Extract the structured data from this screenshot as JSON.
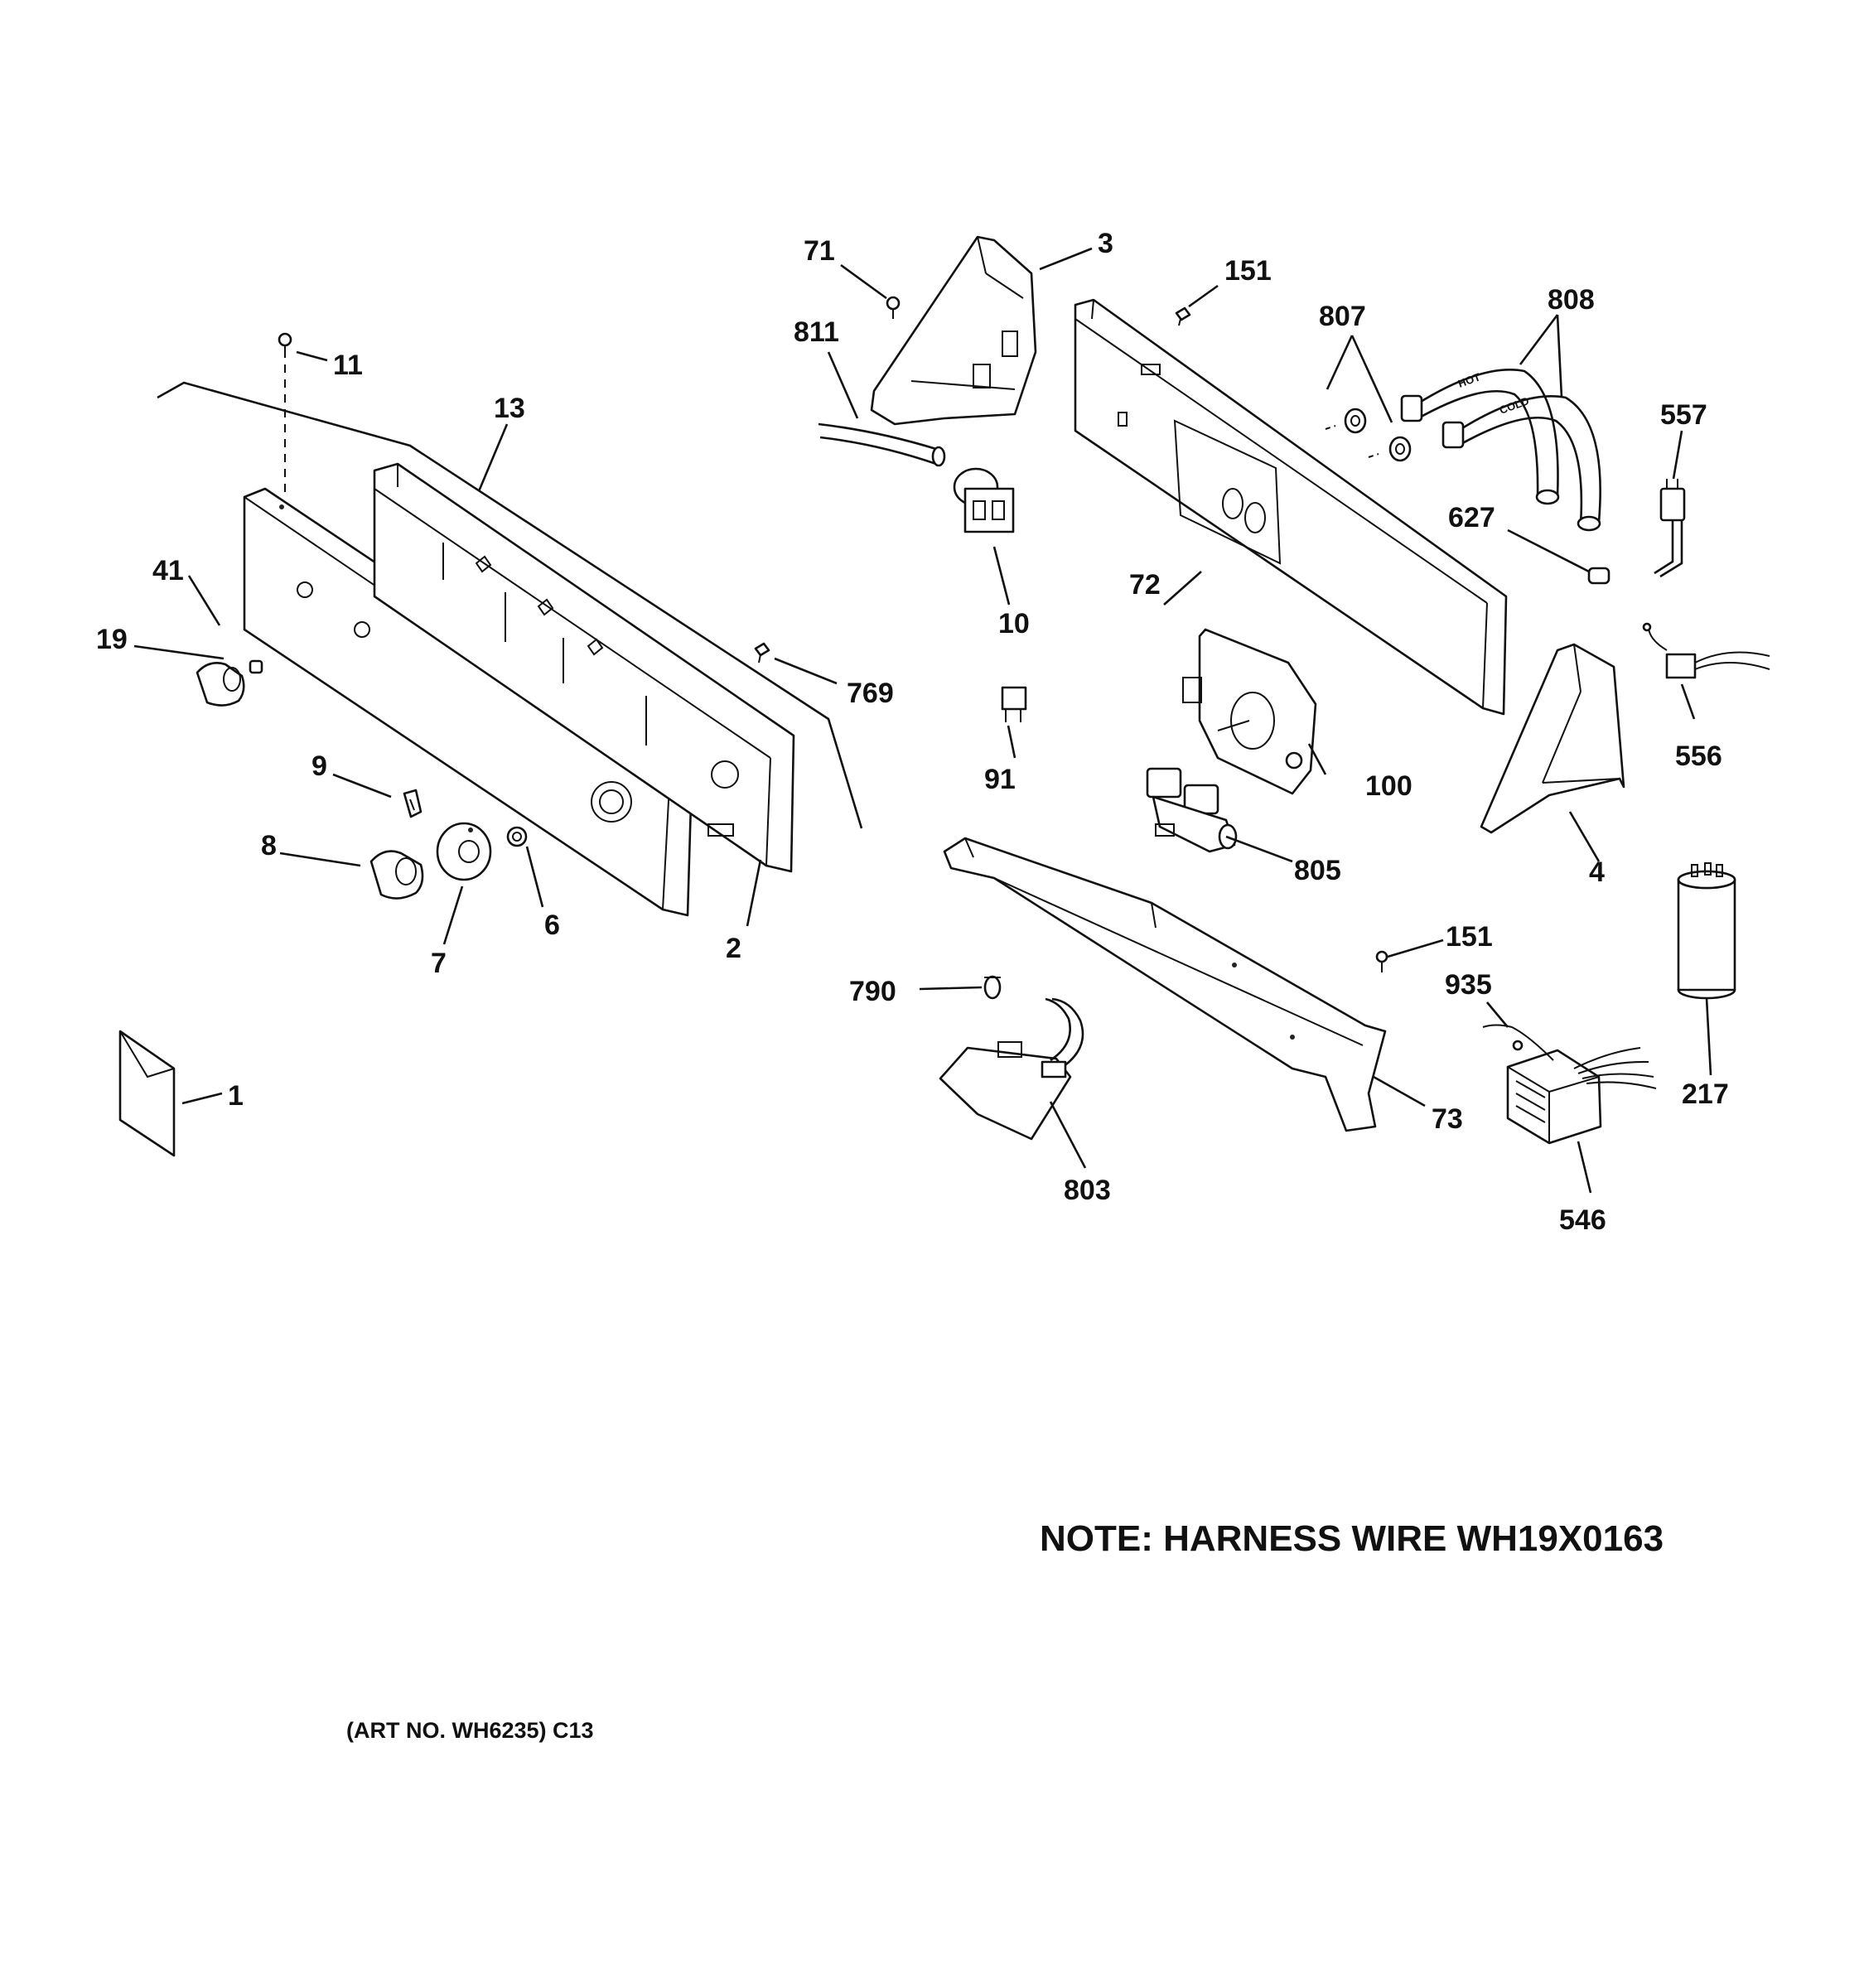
{
  "diagram": {
    "note": "NOTE: HARNESS WIRE WH19X0163",
    "art_number": "(ART NO. WH6235) C13",
    "labels": [
      {
        "id": "p71",
        "text": "71"
      },
      {
        "id": "p3",
        "text": "3"
      },
      {
        "id": "p151a",
        "text": "151"
      },
      {
        "id": "p807",
        "text": "807"
      },
      {
        "id": "p808",
        "text": "808"
      },
      {
        "id": "p811",
        "text": "811"
      },
      {
        "id": "p11",
        "text": "11"
      },
      {
        "id": "p13",
        "text": "13"
      },
      {
        "id": "p557",
        "text": "557"
      },
      {
        "id": "p627",
        "text": "627"
      },
      {
        "id": "p72",
        "text": "72"
      },
      {
        "id": "p10",
        "text": "10"
      },
      {
        "id": "p41",
        "text": "41"
      },
      {
        "id": "p19",
        "text": "19"
      },
      {
        "id": "p769",
        "text": "769"
      },
      {
        "id": "p556",
        "text": "556"
      },
      {
        "id": "p91",
        "text": "91"
      },
      {
        "id": "p100",
        "text": "100"
      },
      {
        "id": "p9",
        "text": "9"
      },
      {
        "id": "p8",
        "text": "8"
      },
      {
        "id": "p805",
        "text": "805"
      },
      {
        "id": "p4",
        "text": "4"
      },
      {
        "id": "p6",
        "text": "6"
      },
      {
        "id": "p2",
        "text": "2"
      },
      {
        "id": "p7",
        "text": "7"
      },
      {
        "id": "p151b",
        "text": "151"
      },
      {
        "id": "p935",
        "text": "935"
      },
      {
        "id": "p790",
        "text": "790"
      },
      {
        "id": "p1",
        "text": "1"
      },
      {
        "id": "p73",
        "text": "73"
      },
      {
        "id": "p217",
        "text": "217"
      },
      {
        "id": "p803",
        "text": "803"
      },
      {
        "id": "p546",
        "text": "546"
      }
    ],
    "hose_markings": [
      "HOT",
      "COLD"
    ]
  }
}
